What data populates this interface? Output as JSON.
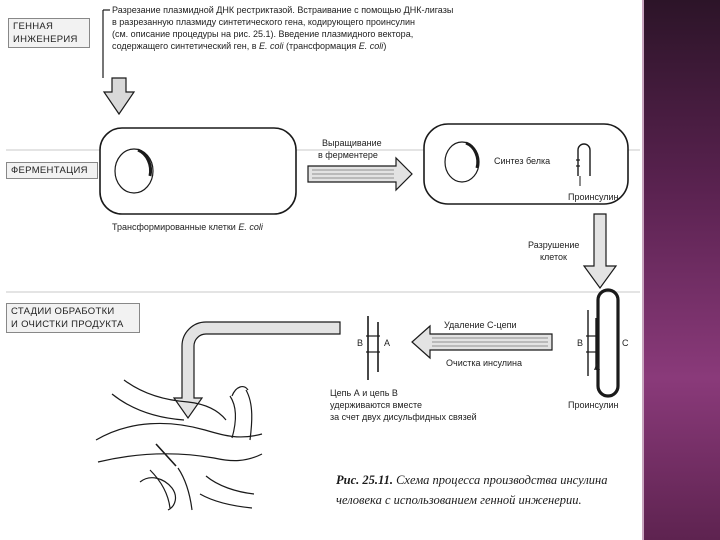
{
  "stages": {
    "genetic_engineering": "ГЕННАЯ\nИНЖЕНЕРИЯ",
    "fermentation": "ФЕРМЕНТАЦИЯ",
    "processing": "СТАДИИ ОБРАБОТКИ\nИ ОЧИСТКИ ПРОДУКТА"
  },
  "texts": {
    "intro_line1": "Разрезание плазмидной ДНК рестриктазой. Встраивание с помощью ДНК-лигазы",
    "intro_line2": "в разрезанную плазмиду синтетического гена, кодирующего проинсулин",
    "intro_line3": "(см. описание процедуры на рис. 25.1). Введение плазмидного вектора,",
    "intro_line4_a": "содержащего синтетический ген, в ",
    "intro_line4_b": "E. coli",
    "intro_line4_c": " (трансформация ",
    "intro_line4_d": "E. coli",
    "intro_line4_e": ")",
    "transformed_a": "Трансформированные клетки ",
    "transformed_b": "E. coli",
    "growth_line1": "Выращивание",
    "growth_line2": "в ферментере",
    "protein_synthesis": "Синтез белка",
    "proinsulin_top": "Проинсулин",
    "destruction_line1": "Разрушение",
    "destruction_line2": "клеток",
    "c_removal": "Удаление С-цепи",
    "insulin_purification": "Очистка инсулина",
    "chain_label_b": "В",
    "chain_label_a": "А",
    "chain_label_c": "С",
    "chains_line1": "Цепь А и цепь В",
    "chains_line2": "удерживаются вместе",
    "chains_line3": "за счет двух дисульфидных связей",
    "proinsulin_bottom": "Проинсулин"
  },
  "caption": {
    "fig_label": "Рис. 25.11.",
    "line1": " Схема процесса производства инсулина",
    "line2": "человека с использованием генной инженерии."
  },
  "colors": {
    "side_strip": "#5a2250",
    "arrow_fill": "#d9d9d9",
    "stroke": "#1a1a1a"
  }
}
